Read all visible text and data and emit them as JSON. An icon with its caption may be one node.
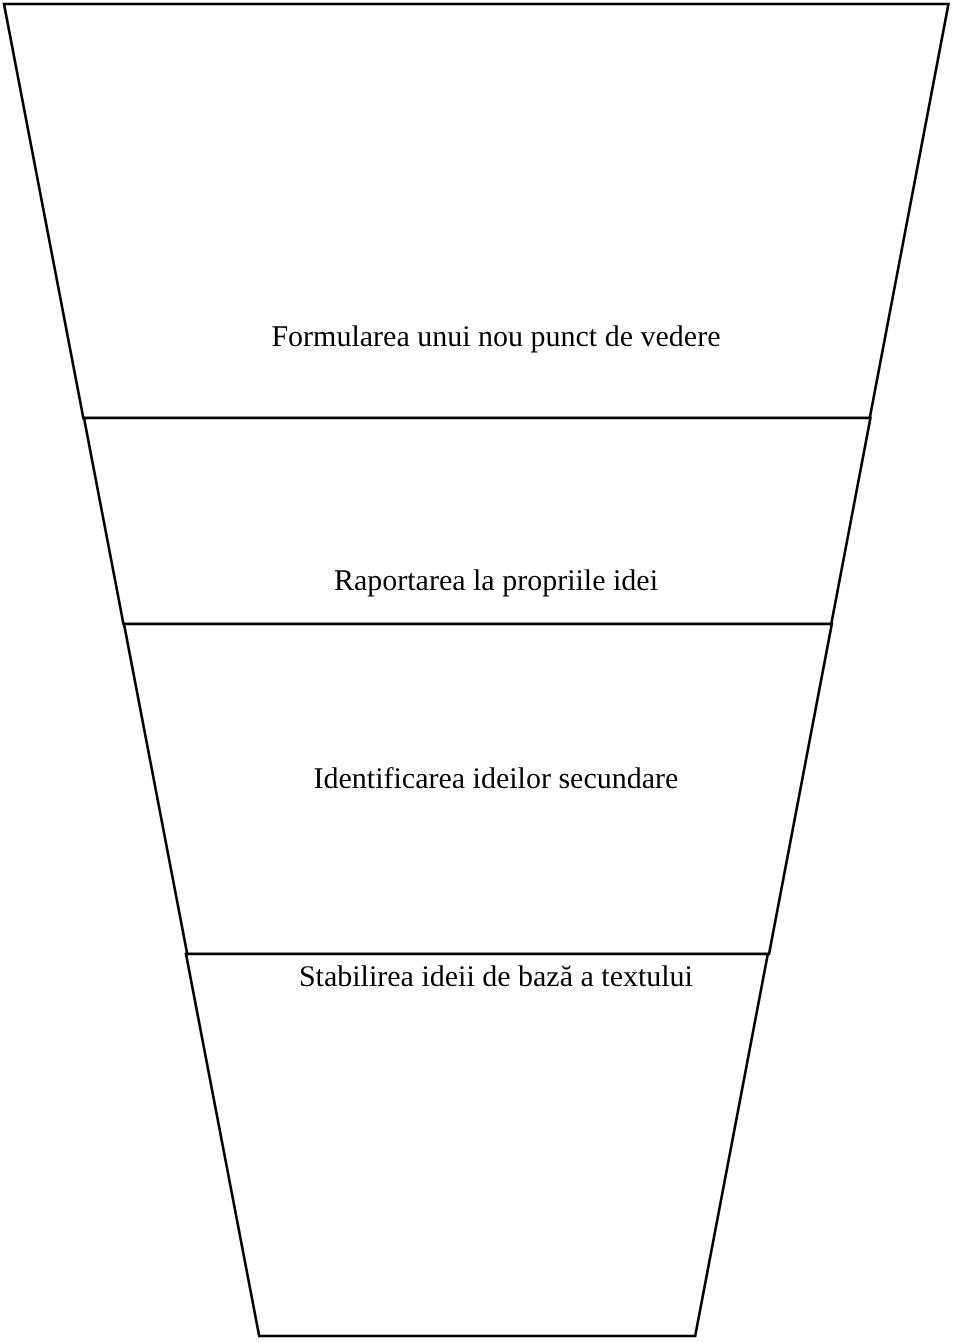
{
  "diagram": {
    "nodes": [
      {
        "text": [
          "Formularea unui nou punct de vedere"
        ]
      },
      {
        "text": [
          "Raportarea la propriile idei"
        ]
      },
      {
        "text": [
          "Identificarea ideilor secundare"
        ]
      },
      {
        "text": [
          "Stabilirea ideii de bază a textului"
        ]
      }
    ]
  }
}
